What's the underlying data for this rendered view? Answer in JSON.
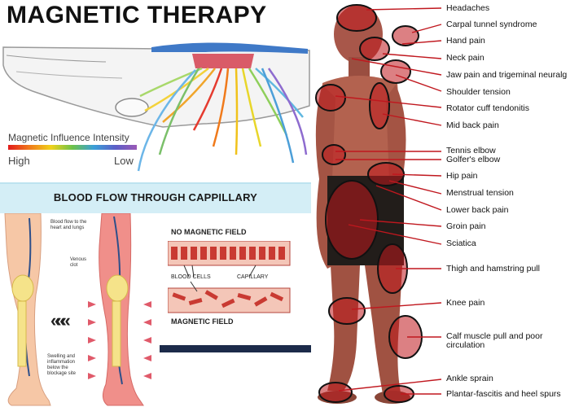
{
  "title": "MAGNETIC THERAPY",
  "legend": {
    "title": "Magnetic Influence Intensity",
    "high": "High",
    "low": "Low"
  },
  "blood_flow": {
    "title": "BLOOD FLOW THROUGH CAPPILLARY",
    "note_flow": "Blood flow to the heart and lungs",
    "note_clot": "Venous clot",
    "note_swelling": "Swelling and inflammation below the blockage site",
    "no_field": "NO MAGNETIC FIELD",
    "blood_cells": "BLOOD CELLS",
    "capillary": "CAPILLARY",
    "field": "MAGNETIC FIELD",
    "chevrons": "«««"
  },
  "pain_points": [
    "Headaches",
    "Carpal tunnel syndrome",
    "Hand pain",
    "Neck pain",
    "Jaw pain and trigeminal neuralg",
    "Shoulder tension",
    "Rotator cuff tendonitis",
    "Mid back pain",
    "Tennis elbow",
    "Golfer's elbow",
    "Hip pain",
    "Menstrual tension",
    "Lower back pain",
    "Groin pain",
    "Sciatica",
    "Thigh and hamstring pull",
    "Knee pain",
    "Calf muscle pull and poor circulation",
    "Ankle sprain",
    "Plantar-fascitis and heel spurs"
  ],
  "colors": {
    "red_marker": "#c0171e",
    "band": "#d4eef6",
    "navy": "#1c2b4a",
    "capillary_fill": "#f4c6b8"
  }
}
